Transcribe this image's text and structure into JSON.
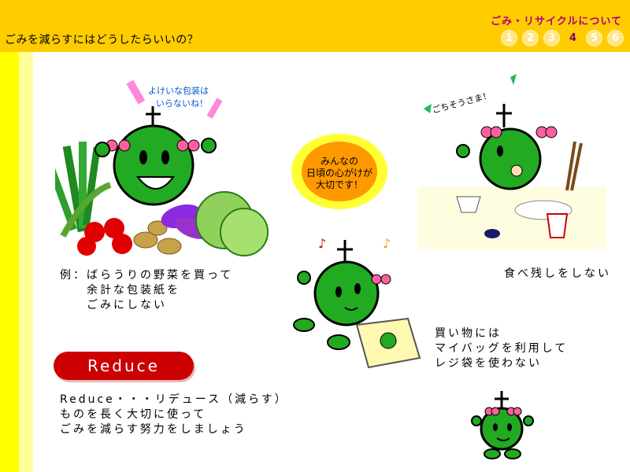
{
  "header": {
    "title": "ごみを減らすにはどうしたらいいの？",
    "section": "ごみ・リサイクルについて",
    "pages": [
      "1",
      "2",
      "3",
      "4",
      "5",
      "6"
    ],
    "current_page": "4"
  },
  "vegetables": {
    "caption_bubble": "よけいな包装はいらないね！",
    "text": "例：ばらうりの野菜を買って\n　　余計な包装紙を\n　　ごみにしない"
  },
  "center_bubble": {
    "line1": "みんなの",
    "line2": "日頃の心がけが",
    "line3": "大切です！"
  },
  "meal": {
    "caption": "ごちそうさま！",
    "text": "食べ残しをしない"
  },
  "shopping": {
    "text": "買い物には\nマイバッグを利用して\nレジ袋を使わない"
  },
  "reduce": {
    "button_label": "Reduce",
    "text": "Reduce・・・リデュース（減らす）\nものを長く大切に使って\nごみを減らす努力をしましょう"
  },
  "colors": {
    "header": "#ffcc00",
    "bar": "#ffff00",
    "bar_light": "#ffff99",
    "accent": "#cc0000",
    "section_title": "#b0007a"
  }
}
